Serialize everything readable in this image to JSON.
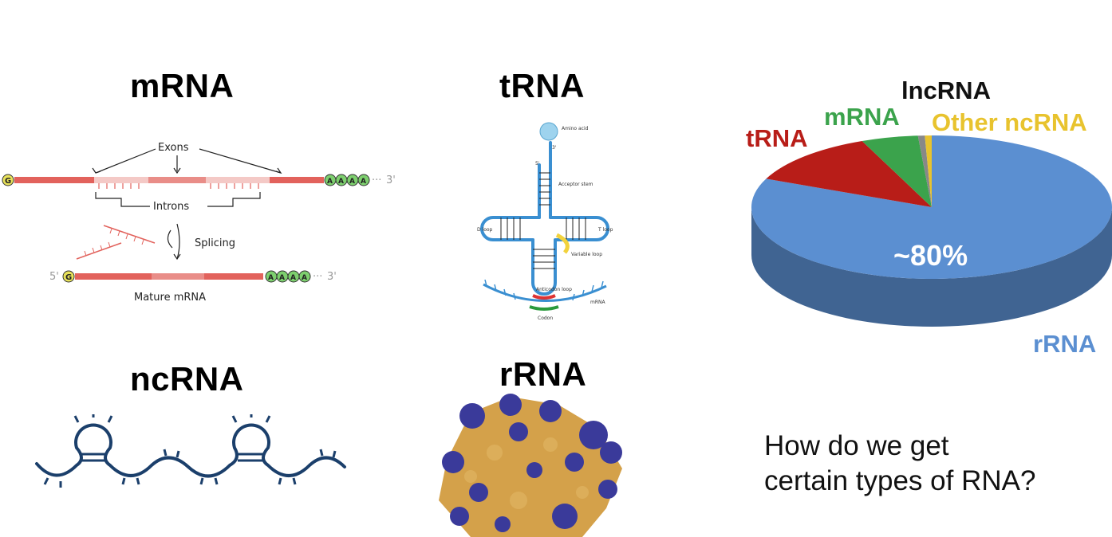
{
  "titles": {
    "mrna": "mRNA",
    "trna": "tRNA",
    "ncrna": "ncRNA",
    "rrna": "rRNA"
  },
  "mrna_diagram": {
    "exons": "Exons",
    "introns": "Introns",
    "splicing": "Splicing",
    "mature": "Mature mRNA",
    "cap": "G",
    "polya": "A",
    "five_prime": "5'",
    "three_prime": "3'",
    "dots": "···"
  },
  "trna_diagram": {
    "amino_acid": "Amino acid",
    "acceptor_stem": "Acceptor stem",
    "d_loop": "D loop",
    "t_loop": "T loop",
    "variable_loop": "Variable loop",
    "anticodon_loop": "Anticodon loop",
    "codon": "Codon",
    "mrna": "mRNA",
    "five_prime": "5'",
    "three_prime": "3'"
  },
  "chart_data": {
    "type": "pie",
    "slices": [
      {
        "label": "rRNA",
        "value": 80,
        "color": "#5b8fd1"
      },
      {
        "label": "tRNA",
        "value": 12,
        "color": "#b81d18"
      },
      {
        "label": "mRNA",
        "value": 5,
        "color": "#3ba34c"
      },
      {
        "label": "lncRNA",
        "value": 0.6,
        "color": "#888888"
      },
      {
        "label": "Other ncRNA",
        "value": 0.6,
        "color": "#e8c32e"
      }
    ],
    "center_label": "~80%",
    "label_colors": {
      "rRNA": "#5b8fd1",
      "tRNA": "#b81d18",
      "mRNA": "#3ba34c",
      "lncRNA": "#111111",
      "Other ncRNA": "#e8c32e"
    }
  },
  "question": {
    "line1": "How do we get",
    "line2": "certain types of RNA?"
  }
}
